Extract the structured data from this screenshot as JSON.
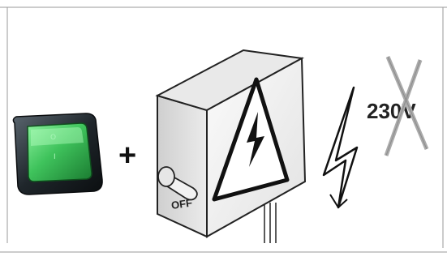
{
  "diagram": {
    "plus_sign": "+",
    "rocker_switch": {
      "mark_top": "O",
      "mark_bottom": "I",
      "colors": {
        "green": "#3fc35c",
        "green_dark": "#1a7a30",
        "housing": "#1f262b"
      }
    },
    "junction_box": {
      "handle_label": "OFF",
      "warning_sign": "high-voltage-warning",
      "colors": {
        "front": "#f3f3f3",
        "side": "#dcdcdc",
        "top": "#e9e9e9"
      }
    },
    "voltage": {
      "label": "230V",
      "crossed_out": true,
      "cross_color": "#aaaaaa"
    },
    "lightning_bolt": "lightning-bolt-icon"
  }
}
